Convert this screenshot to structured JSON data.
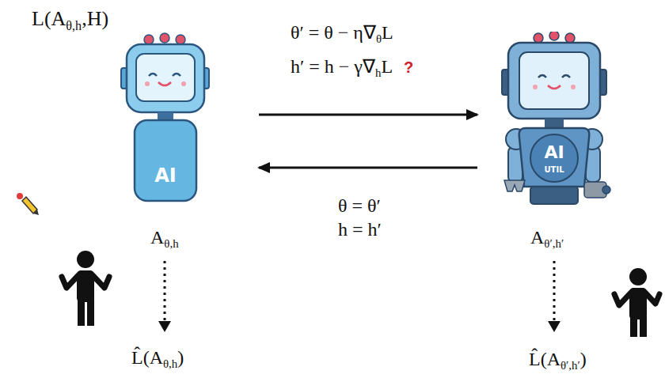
{
  "diagram": {
    "nodes": [
      {
        "text": [
          "AI"
        ]
      },
      {
        "text": [
          "AI",
          "UTIL"
        ]
      }
    ],
    "edges": [
      {
        "from": 0,
        "to": 1,
        "arrow": "to"
      },
      {
        "from": 1,
        "to": 0,
        "arrow": "to"
      }
    ],
    "labels": [
      "L(A",
      "θ,h",
      ",H)",
      "θ′ = θ − η∇",
      "θ",
      "L",
      "h′ = h − γ∇",
      "h",
      "L",
      "?",
      "θ = θ′",
      "h = h′",
      "A",
      "θ,h",
      "A",
      "θ′,h′",
      "L̂(A",
      "θ,h",
      ")",
      "L̂(A",
      "θ′,h′",
      ")"
    ]
  }
}
